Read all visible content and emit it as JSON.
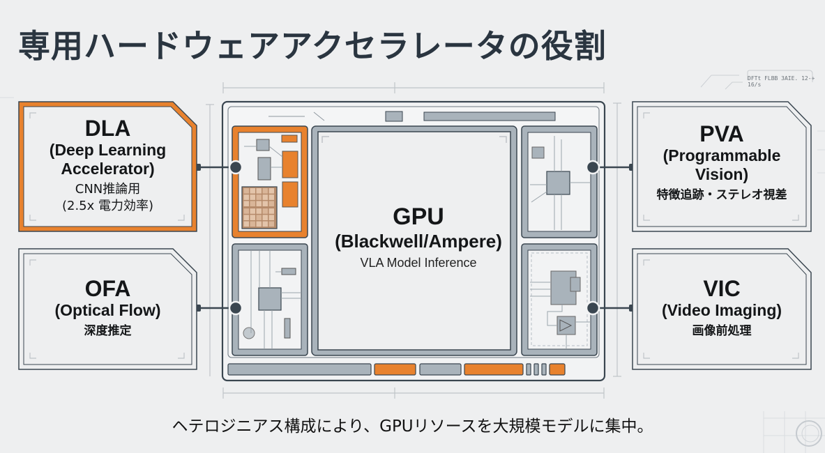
{
  "title": "専用ハードウェアアクセラレータの役割",
  "annotation": "DFTt FLBB 3AIE. 12-+ 16/s",
  "colors": {
    "accent": "#e8822e",
    "dark": "#3a4650",
    "chip_gray": "#a9b3bb",
    "background": "#eeeff0"
  },
  "accelerators": {
    "dla": {
      "name": "DLA",
      "full_name_1": "(Deep Learning",
      "full_name_2": "Accelerator)",
      "desc_1": "CNN推論用",
      "desc_2": "(2.5x 電力効率)",
      "highlighted": true
    },
    "ofa": {
      "name": "OFA",
      "full_name": "(Optical Flow)",
      "desc": "深度推定"
    },
    "pva": {
      "name": "PVA",
      "full_name_1": "(Programmable",
      "full_name_2": "Vision)",
      "desc": "特徴追跡・ステレオ視差"
    },
    "vic": {
      "name": "VIC",
      "full_name": "(Video Imaging)",
      "desc": "画像前処理"
    }
  },
  "gpu": {
    "name": "GPU",
    "arch": "(Blackwell/Ampere)",
    "role": "VLA Model Inference"
  },
  "footer": "ヘテロジニアス構成により、GPUリソースを大規模モデルに集中。"
}
